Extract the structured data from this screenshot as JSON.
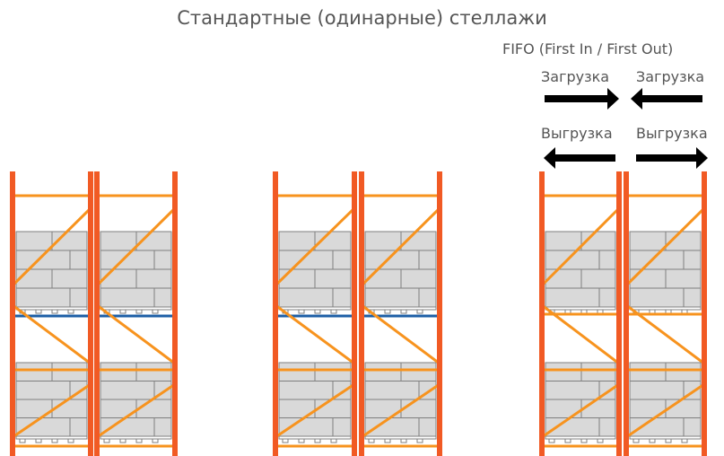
{
  "title": "Стандартные (одинарные) стеллажи",
  "fifo": {
    "caption": "FIFO (First In / First Out)",
    "load_left": "Загрузка",
    "load_right": "Загрузка",
    "unload_left": "Выгрузка",
    "unload_right": "Выгрузка"
  },
  "colors": {
    "upright": "#f15a24",
    "beam": "#f7931e",
    "brace": "#f7931e",
    "box_fill": "#d9d9d9",
    "box_line": "#7f7f7f",
    "rail": "#1d5fa6",
    "arrow": "#000000",
    "text": "#555555"
  }
}
